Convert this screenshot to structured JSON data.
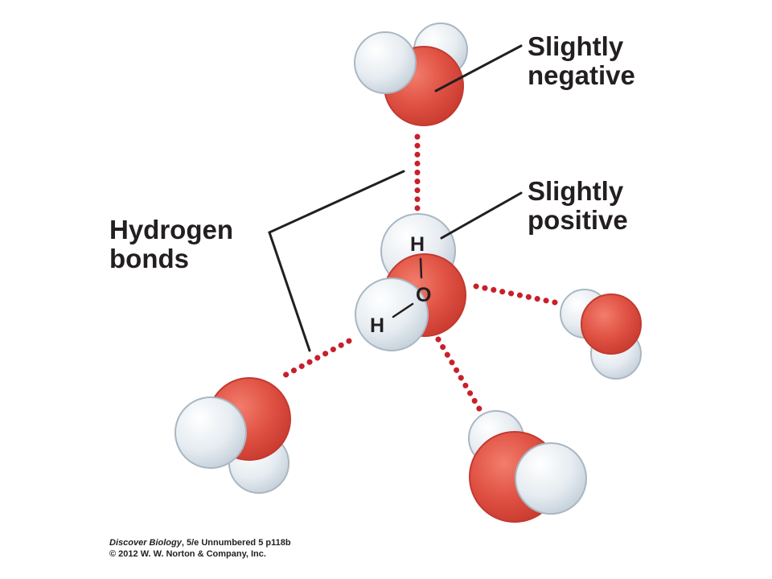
{
  "labels": {
    "slightly_negative": [
      "Slightly",
      "negative"
    ],
    "slightly_positive": [
      "Slightly",
      "positive"
    ],
    "hydrogen_bonds": [
      "Hydrogen",
      "bonds"
    ]
  },
  "atoms": {
    "hydrogen": "H",
    "oxygen": "O"
  },
  "credit": {
    "book_title": "Discover Biology",
    "line1_rest": ", 5/e  Unnumbered 5 p118b",
    "line2": "© 2012 W. W. Norton & Company, Inc."
  },
  "colors": {
    "oxygen": "#e05244",
    "hydrogen": "#e3e9ee",
    "hydrogen_outline": "#a9b7c3",
    "hydrogen_bond_dots": "#c8202b",
    "leader_lines": "#231f20"
  }
}
